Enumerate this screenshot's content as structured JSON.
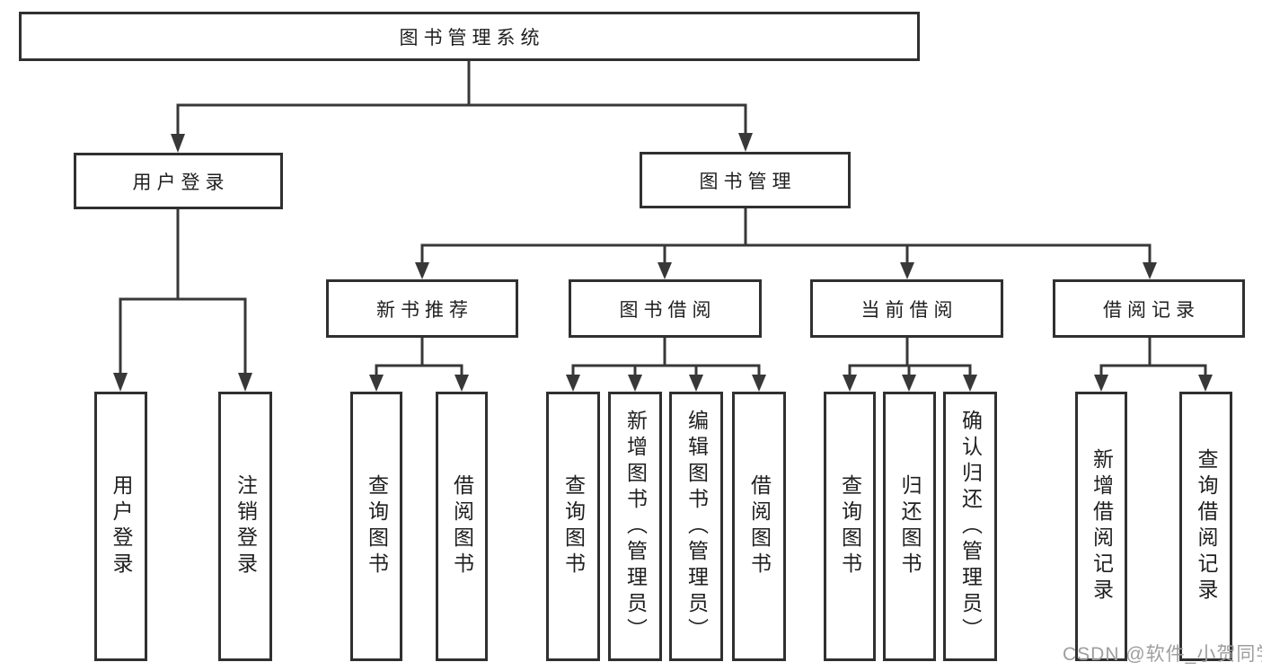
{
  "colors": {
    "background": "#ffffff",
    "box_border": "#303030",
    "line": "#383838",
    "text": "#1f1f1f",
    "watermark": "#9e9e9e"
  },
  "tree": {
    "root": {
      "label": "图书管理系统"
    },
    "branches": [
      {
        "label": "用户登录",
        "children": [
          {
            "label": "用户登录"
          },
          {
            "label": "注销登录"
          }
        ]
      },
      {
        "label": "图书管理",
        "children": [
          {
            "label": "新书推荐",
            "children": [
              {
                "label": "查询图书"
              },
              {
                "label": "借阅图书"
              }
            ]
          },
          {
            "label": "图书借阅",
            "children": [
              {
                "label": "查询图书"
              },
              {
                "label": "新增图书（管理员）"
              },
              {
                "label": "编辑图书（管理员）"
              },
              {
                "label": "借阅图书"
              }
            ]
          },
          {
            "label": "当前借阅",
            "children": [
              {
                "label": "查询图书"
              },
              {
                "label": "归还图书"
              },
              {
                "label": "确认归还（管理员）"
              }
            ]
          },
          {
            "label": "借阅记录",
            "children": [
              {
                "label": "新增借阅记录"
              },
              {
                "label": "查询借阅记录"
              }
            ]
          }
        ]
      }
    ]
  },
  "watermark": {
    "text": "CSDN @软件_小贺同学"
  }
}
